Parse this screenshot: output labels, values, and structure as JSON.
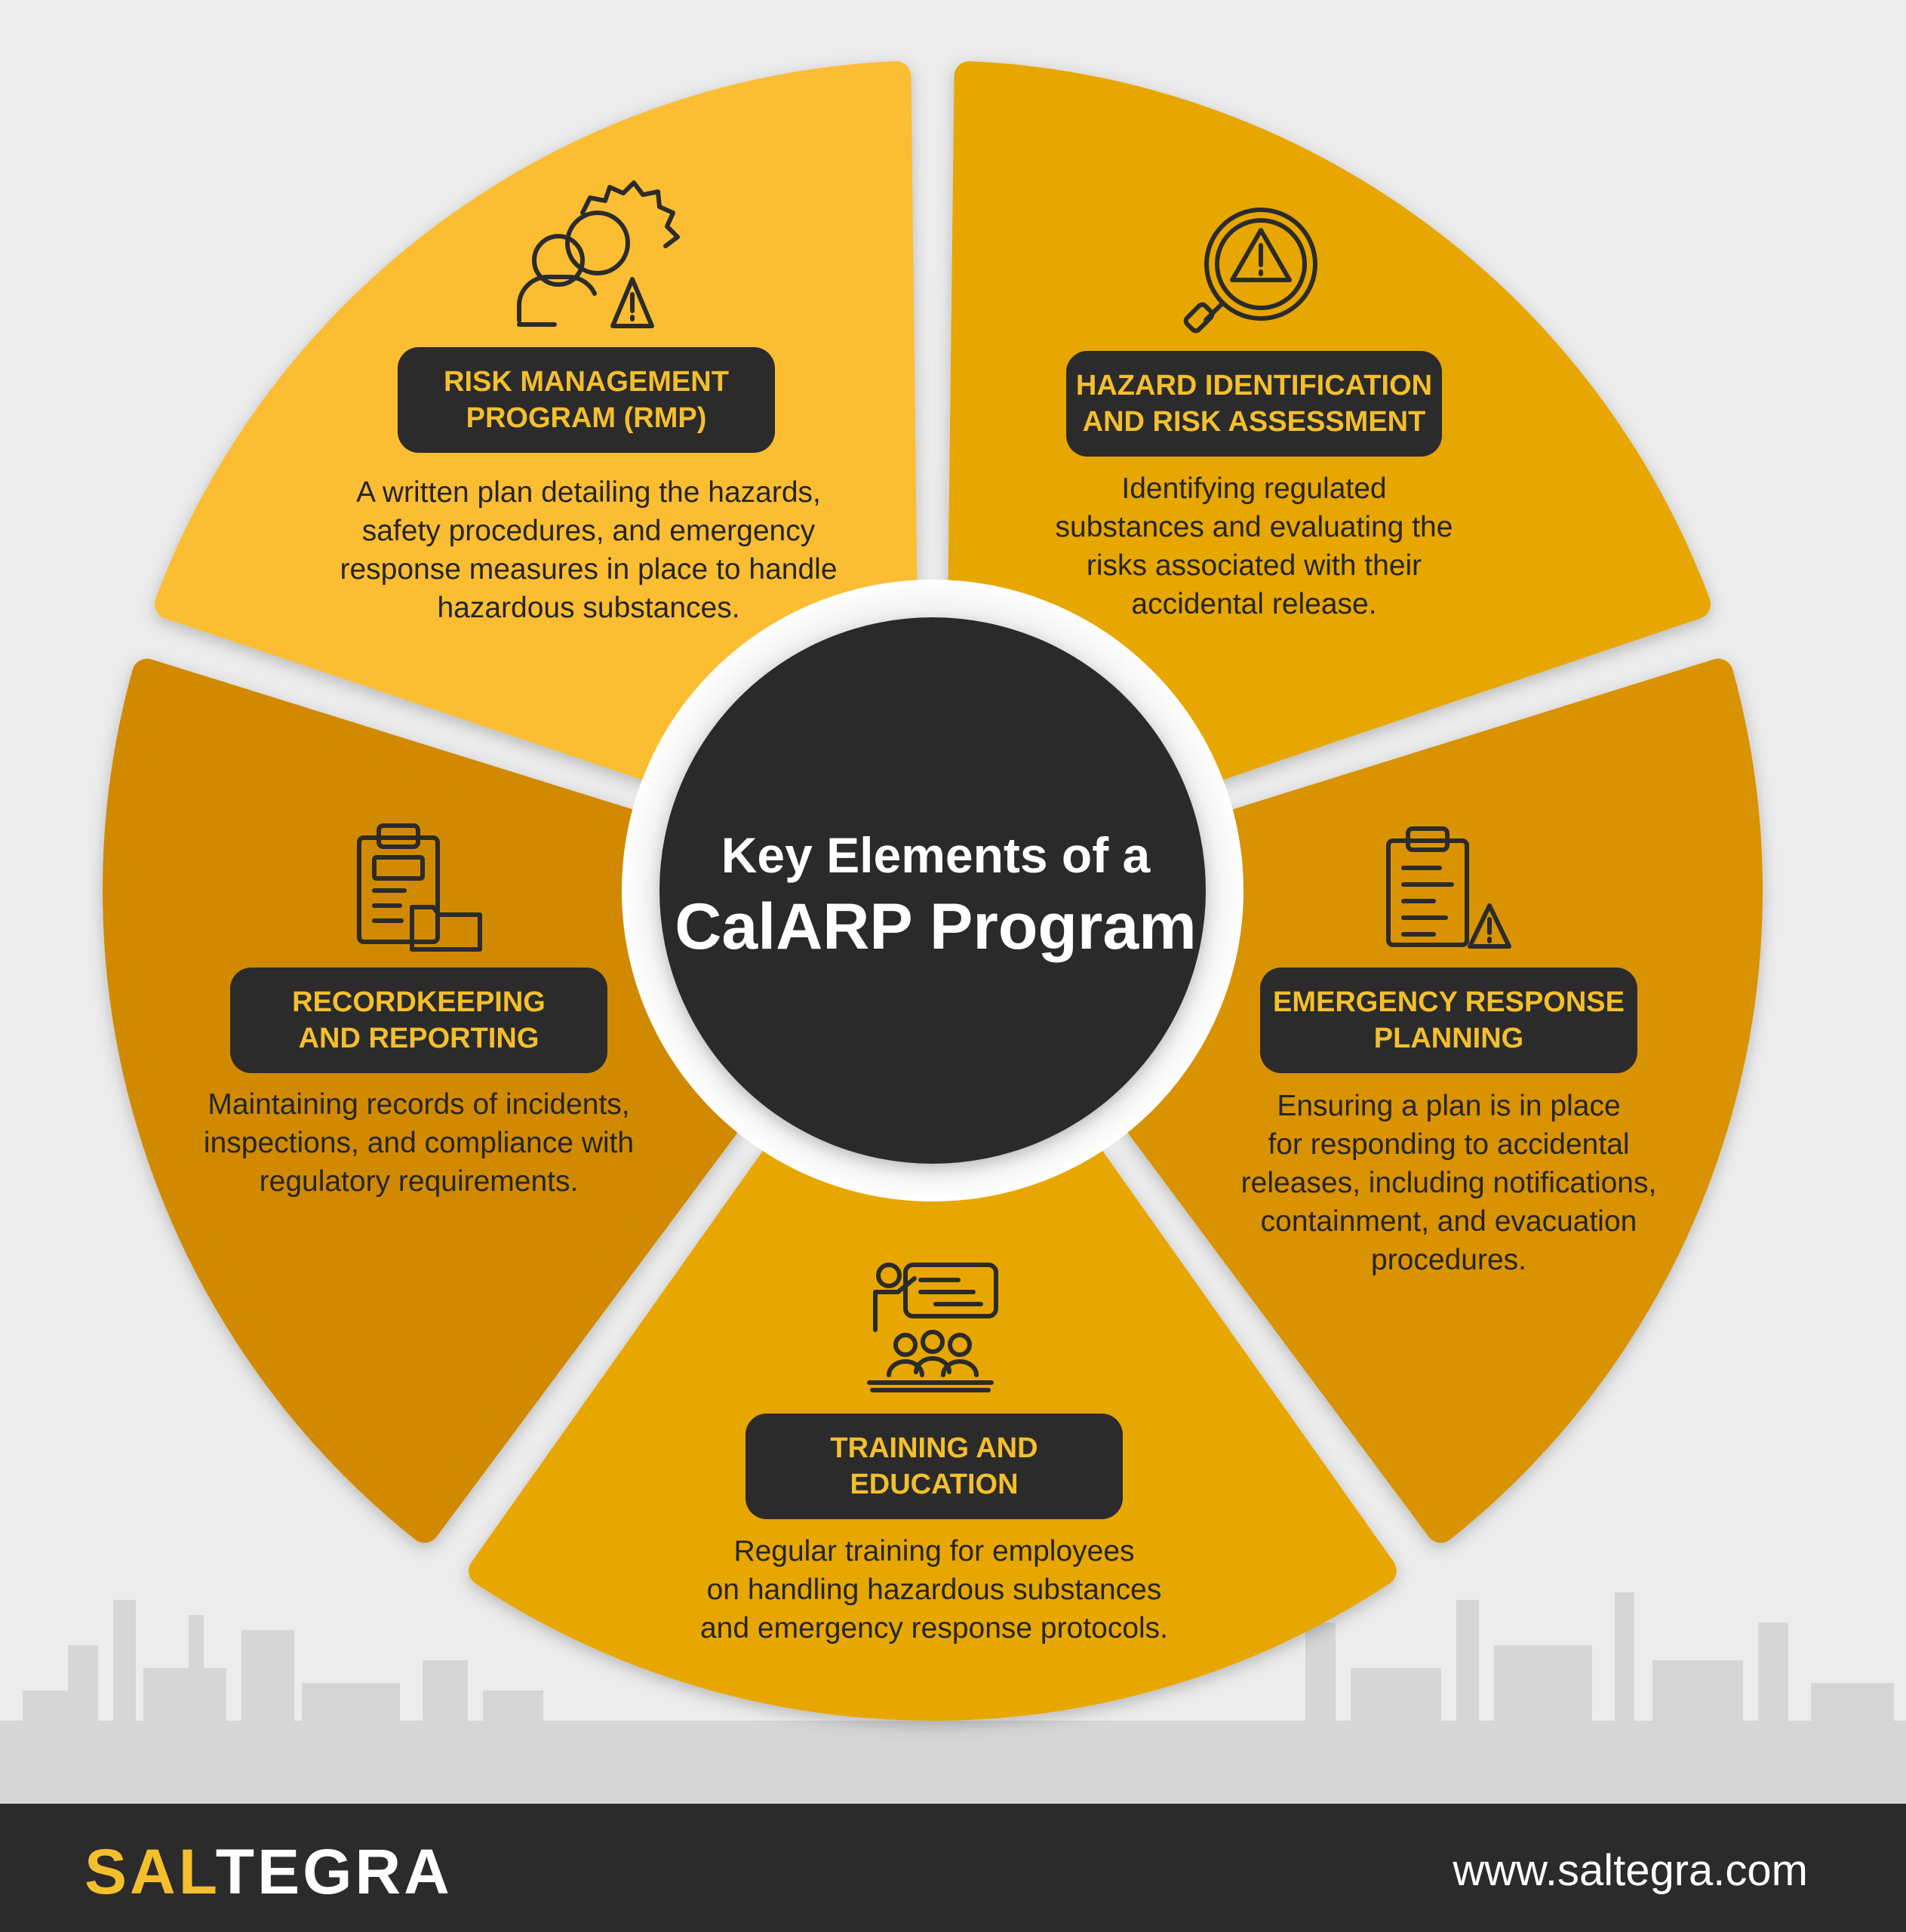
{
  "title": {
    "line1": "Key Elements of a",
    "line2": "CalARP Program"
  },
  "colors": {
    "background": "#ececec",
    "dark": "#2b2b2b",
    "accent_yellow": "#f4bf2d",
    "segment_light": "#fbbd32",
    "segment_mid": "#e7a702",
    "segment_dark": "#d18a00"
  },
  "segments": [
    {
      "heading": [
        "RISK MANAGEMENT",
        "PROGRAM (RMP)"
      ],
      "description": [
        "A written plan detailing the hazards,",
        "safety procedures, and emergency",
        "response measures in place to handle",
        "hazardous substances."
      ],
      "icon": "people-gear-warning-icon",
      "color": "#fbbd32"
    },
    {
      "heading": [
        "HAZARD IDENTIFICATION",
        "AND RISK ASSESSMENT"
      ],
      "description": [
        "Identifying regulated",
        "substances and evaluating the",
        "risks associated with their",
        "accidental release."
      ],
      "icon": "magnifier-warning-icon",
      "color": "#e7a702"
    },
    {
      "heading": [
        "EMERGENCY RESPONSE",
        "PLANNING"
      ],
      "description": [
        "Ensuring a plan is in place",
        "for responding to accidental",
        "releases, including notifications,",
        "containment, and evacuation",
        "procedures."
      ],
      "icon": "clipboard-warning-icon",
      "color": "#d99200"
    },
    {
      "heading": [
        "TRAINING AND",
        "EDUCATION"
      ],
      "description": [
        "Regular training for employees",
        "on handling hazardous substances",
        "and emergency response protocols."
      ],
      "icon": "classroom-training-icon",
      "color": "#e7a702"
    },
    {
      "heading": [
        "RECORDKEEPING",
        "AND REPORTING"
      ],
      "description": [
        "Maintaining records of incidents,",
        "inspections, and compliance with",
        "regulatory requirements."
      ],
      "icon": "clipboard-folder-icon",
      "color": "#d18a00"
    }
  ],
  "footer": {
    "logo_part1": "SAL",
    "logo_part2": "TEGRA",
    "url": "www.saltegra.com"
  }
}
